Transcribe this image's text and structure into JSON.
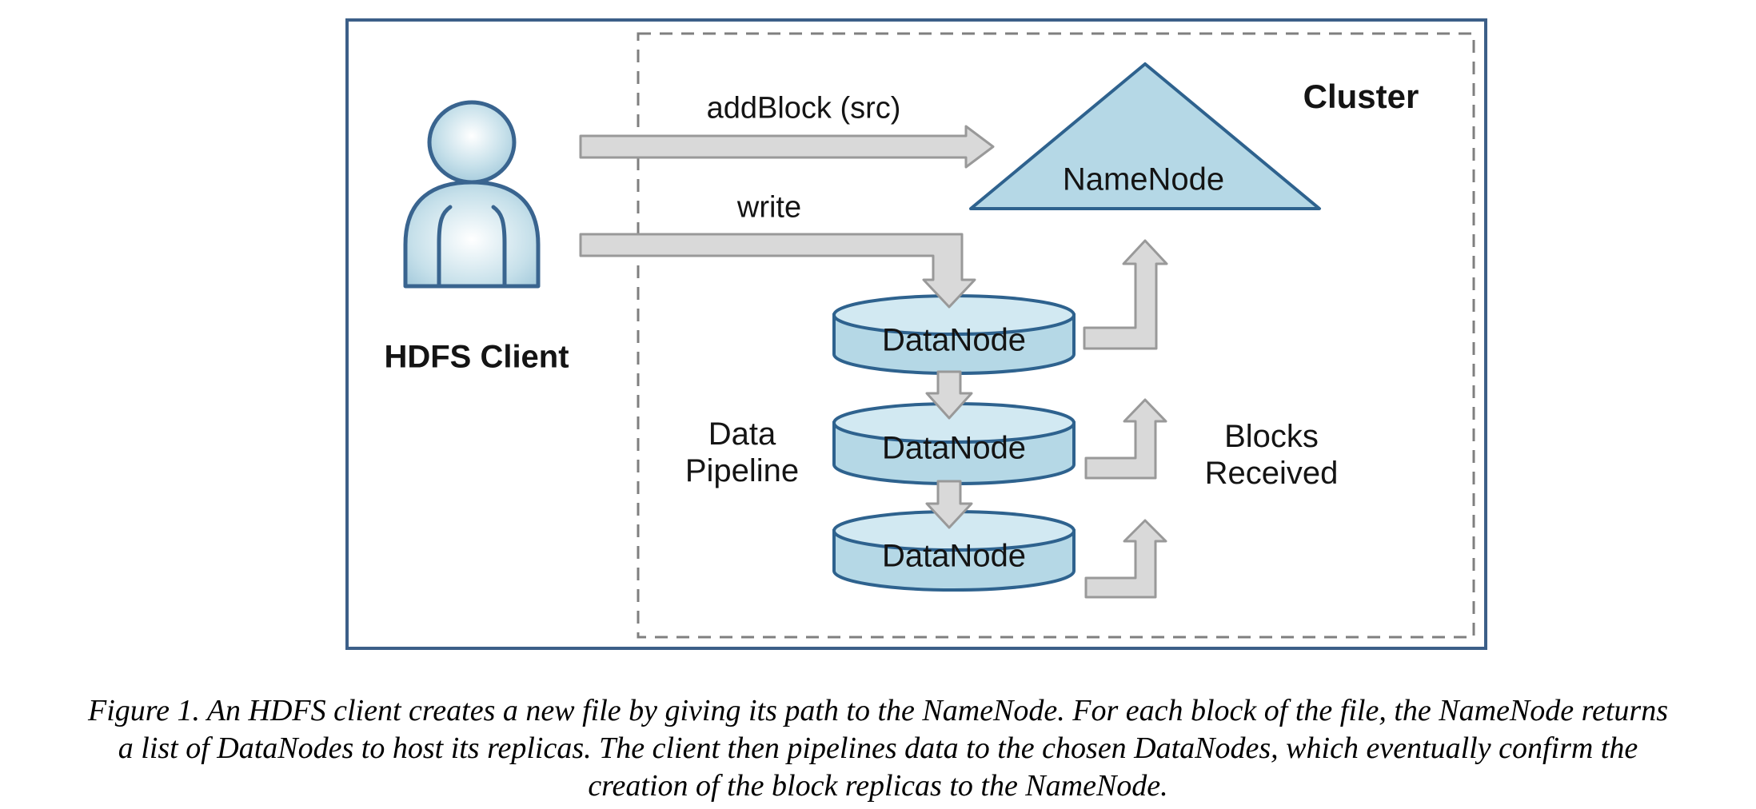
{
  "figure": {
    "hdfs_client": "HDFS Client",
    "addblock_label": "addBlock (src)",
    "write_label": "write",
    "namenode_label": "NameNode",
    "cluster_label": "Cluster",
    "datanodes": [
      "DataNode",
      "DataNode",
      "DataNode"
    ],
    "data_pipeline": [
      "Data",
      "Pipeline"
    ],
    "blocks_received": [
      "Blocks",
      "Received"
    ],
    "colors": {
      "node_fill": "#b5d8e6",
      "node_top_fill": "#d2e9f2",
      "node_stroke": "#2e628e",
      "arrow_fill": "#d9d9d9",
      "arrow_stroke": "#999999",
      "outer_box_stroke": "#3c5f88",
      "cluster_dash_stroke": "#7f7f7f",
      "person_fill": "#a9cfdf",
      "person_stroke": "#39648f"
    }
  },
  "caption": {
    "lines": [
      "Figure 1. An HDFS client creates a new file by giving its path to the NameNode. For each block of the file, the NameNode returns",
      "a list of DataNodes to host its replicas. The client then pipelines data to the chosen DataNodes, which eventually confirm the",
      "creation of the block replicas to the NameNode."
    ]
  }
}
